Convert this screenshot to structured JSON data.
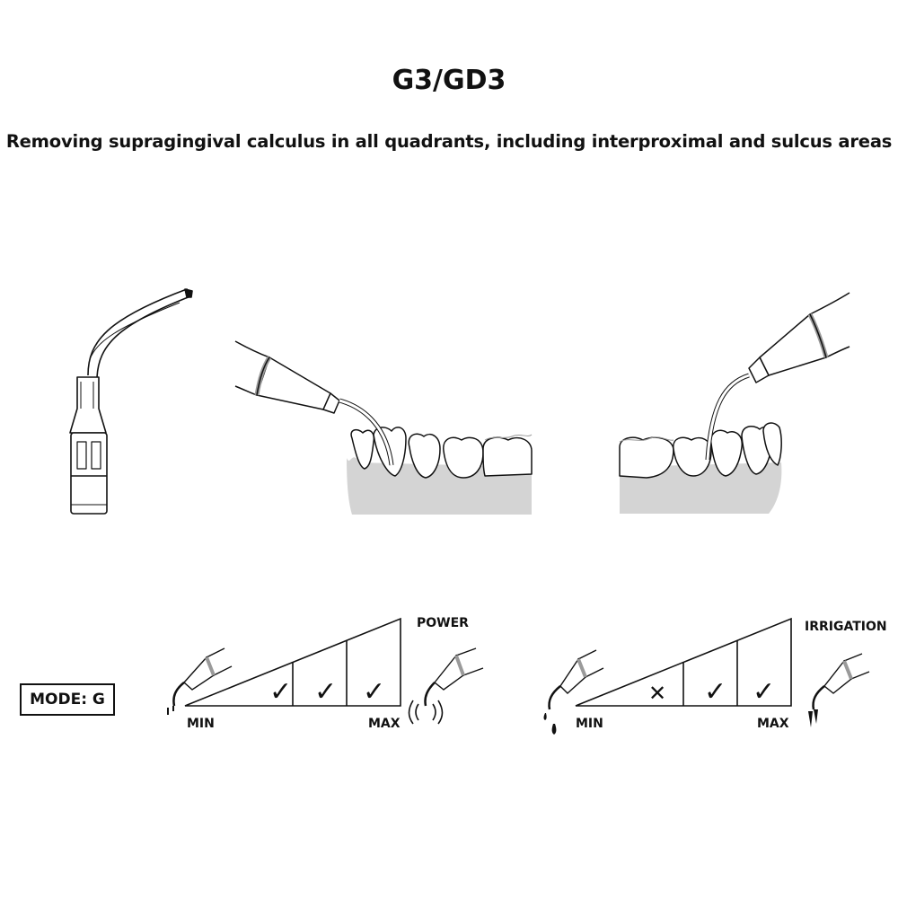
{
  "header": {
    "title": "G3/GD3",
    "subtitle": "Removing supragingival calculus in all quadrants, including interproximal and sulcus areas"
  },
  "mode": {
    "label": "MODE: G"
  },
  "power_scale": {
    "label": "POWER",
    "min_label": "MIN",
    "max_label": "MAX",
    "cells": [
      "✓",
      "✓",
      "✓"
    ]
  },
  "irrigation_scale": {
    "label": "IRRIGATION",
    "min_label": "MIN",
    "max_label": "MAX",
    "cells": [
      "✕",
      "✓",
      "✓"
    ]
  },
  "colors": {
    "line": "#111111",
    "gum": "#d4d4d4",
    "band": "#9a9a9a"
  },
  "icons": [
    "scaler-tip-icon",
    "handpiece-icon",
    "teeth-icon",
    "vibration-icon",
    "water-drop-icon"
  ]
}
